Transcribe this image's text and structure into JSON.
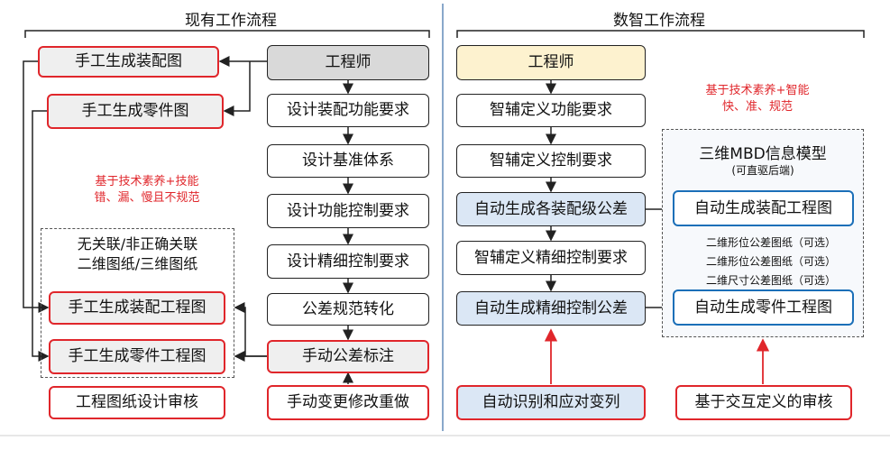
{
  "left": {
    "title": "现有工作流程",
    "engineer": "工程师",
    "steps": [
      "设计装配功能要求",
      "设计基准体系",
      "设计功能控制要求",
      "设计精细控制要求",
      "公差规范转化"
    ],
    "manual_annotation": "手动公差标注",
    "manual_change": "手动变更修改重做",
    "asm_drawing": "手工生成装配图",
    "part_drawing": "手工生成零件图",
    "note_line1": "基于技术素养+技能",
    "note_line2": "错、漏、慢且不规范",
    "group_line1": "无关联/非正确关联",
    "group_line2": "二维图纸/三维图纸",
    "asm_eng_drawing": "手工生成装配工程图",
    "part_eng_drawing": "手工生成零件工程图",
    "review": "工程图纸设计审核"
  },
  "right": {
    "title": "数智工作流程",
    "engineer": "工程师",
    "step1": "智辅定义功能要求",
    "step2": "智辅定义控制要求",
    "step3": "自动生成各装配级公差",
    "step4": "智辅定义精细控制要求",
    "step5": "自动生成精细控制公差",
    "auto_recognize": "自动识别和应对变列",
    "note_line1": "基于技术素养+智能",
    "note_line2": "快、准、规范",
    "mbd_title": "三维MBD信息模型",
    "mbd_subtitle": "(可直驱后端)",
    "auto_asm_drawing": "自动生成装配工程图",
    "opt1": "二维形位公差图纸（可选）",
    "opt2": "二维形位公差图纸（可选）",
    "opt3": "二维尺寸公差图纸（可选）",
    "auto_part_drawing": "自动生成零件工程图",
    "interactive_review": "基于交互定义的审核"
  },
  "colors": {
    "red": "#e0262b",
    "blue": "#1b6fb8",
    "gray_fill": "#d9d9d9",
    "cream_fill": "#fdf2cf",
    "lightblue_fill": "#dbe7f5"
  }
}
